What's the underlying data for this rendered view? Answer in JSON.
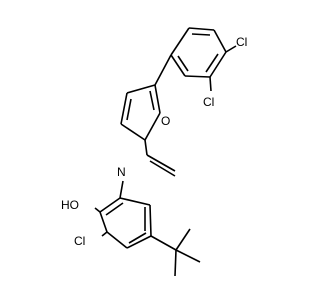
{
  "molecule": {
    "atoms": {
      "cl_top": "Cl",
      "cl_ortho": "Cl",
      "o_furan": "O",
      "n_imine": "N",
      "oh": "HO",
      "cl_phenol": "Cl"
    },
    "colors": {
      "bond": "#000000",
      "label": "#000000",
      "background": "#ffffff"
    }
  }
}
